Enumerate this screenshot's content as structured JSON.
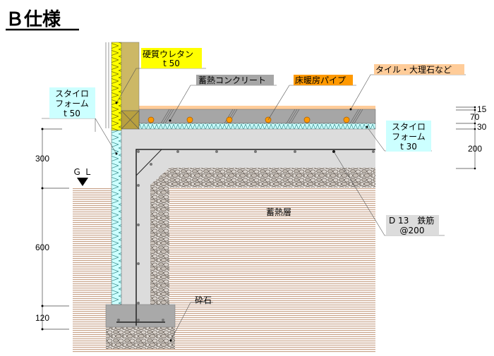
{
  "title": "Ｂ仕様",
  "labels": {
    "urethane": {
      "line1": "硬質ウレタン",
      "line2": "t 50"
    },
    "styro_wall": {
      "line1": "スタイロ",
      "line2": "フォーム",
      "line3": "t 50"
    },
    "concrete": "蓄熱コンクリート",
    "pipe": "床暖房パイプ",
    "tile": "タイル・大理石など",
    "styro_floor": {
      "line1": "スタイロ",
      "line2": "フォーム",
      "line3": "t 30"
    },
    "rebar": {
      "line1": "D 13　鉄筋",
      "line2": "@200"
    },
    "heat_layer": "蓄熱層",
    "gravel": "砕石",
    "gl": "Ｇ Ｌ"
  },
  "dimensions_left": [
    "300",
    "600",
    "120"
  ],
  "dimensions_right": [
    "15",
    "70",
    "30",
    "200"
  ],
  "colors": {
    "urethane": "#ffff00",
    "styrofoam": "#ccffff",
    "pipe": "#ff9900",
    "tile": "#ffcc99",
    "concrete_label": "#a6a6a6",
    "wood": "#ccb866"
  }
}
